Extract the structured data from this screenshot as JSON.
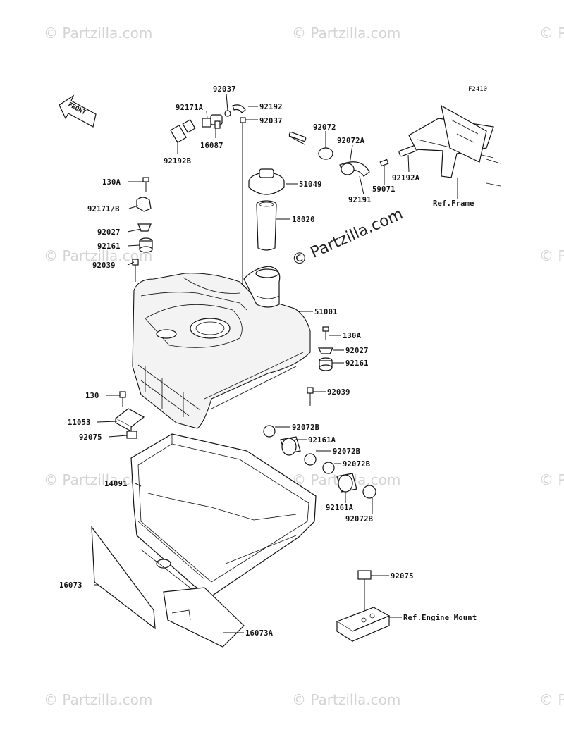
{
  "figure_code": "F2410",
  "front_label": "FRONT",
  "watermark": "© Partzilla.com",
  "watermark_main": "© Partzilla.com",
  "parts": [
    {
      "id": "p-92037-a",
      "label": "92037"
    },
    {
      "id": "p-92171a",
      "label": "92171A"
    },
    {
      "id": "p-92192",
      "label": "92192"
    },
    {
      "id": "p-92037-b",
      "label": "92037"
    },
    {
      "id": "p-16087",
      "label": "16087"
    },
    {
      "id": "p-92192b",
      "label": "92192B"
    },
    {
      "id": "p-92072",
      "label": "92072"
    },
    {
      "id": "p-92072a",
      "label": "92072A"
    },
    {
      "id": "p-59071",
      "label": "59071"
    },
    {
      "id": "p-92192a",
      "label": "92192A"
    },
    {
      "id": "p-92191",
      "label": "92191"
    },
    {
      "id": "p-51049",
      "label": "51049"
    },
    {
      "id": "p-130a-1",
      "label": "130A"
    },
    {
      "id": "p-92171b",
      "label": "92171/B"
    },
    {
      "id": "p-92027-1",
      "label": "92027"
    },
    {
      "id": "p-92161-1",
      "label": "92161"
    },
    {
      "id": "p-92039-1",
      "label": "92039"
    },
    {
      "id": "p-18020",
      "label": "18020"
    },
    {
      "id": "p-51001",
      "label": "51001"
    },
    {
      "id": "p-130a-2",
      "label": "130A"
    },
    {
      "id": "p-92027-2",
      "label": "92027"
    },
    {
      "id": "p-92161-2",
      "label": "92161"
    },
    {
      "id": "p-92039-2",
      "label": "92039"
    },
    {
      "id": "p-130",
      "label": "130"
    },
    {
      "id": "p-11053",
      "label": "11053"
    },
    {
      "id": "p-92075-1",
      "label": "92075"
    },
    {
      "id": "p-92072b-1",
      "label": "92072B"
    },
    {
      "id": "p-92161a-1",
      "label": "92161A"
    },
    {
      "id": "p-92072b-2",
      "label": "92072B"
    },
    {
      "id": "p-92072b-3",
      "label": "92072B"
    },
    {
      "id": "p-14091",
      "label": "14091"
    },
    {
      "id": "p-92161a-2",
      "label": "92161A"
    },
    {
      "id": "p-92072b-4",
      "label": "92072B"
    },
    {
      "id": "p-16073",
      "label": "16073"
    },
    {
      "id": "p-92075-2",
      "label": "92075"
    },
    {
      "id": "p-16073a",
      "label": "16073A"
    }
  ],
  "refs": {
    "frame": "Ref.Frame",
    "engine_mount": "Ref.Engine Mount"
  }
}
